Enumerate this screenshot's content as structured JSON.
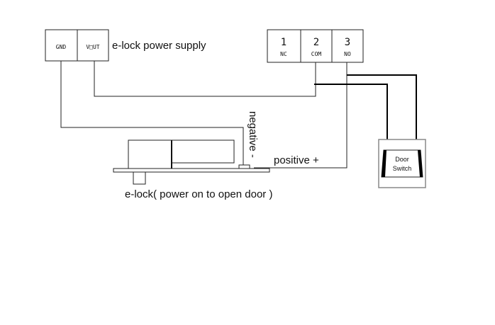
{
  "diagram": {
    "power_supply": {
      "label": "e-lock power supply",
      "terminals": [
        "GND",
        "V□UT"
      ]
    },
    "relay": {
      "terminals": [
        {
          "number": "1",
          "name": "NC"
        },
        {
          "number": "2",
          "name": "COM"
        },
        {
          "number": "3",
          "name": "NO"
        }
      ]
    },
    "elock": {
      "label": "e-lock( power on to open door )",
      "negative_label": "negative -",
      "positive_label": "positive +"
    },
    "door_switch": {
      "line1": "Door",
      "line2": "Switch"
    }
  }
}
